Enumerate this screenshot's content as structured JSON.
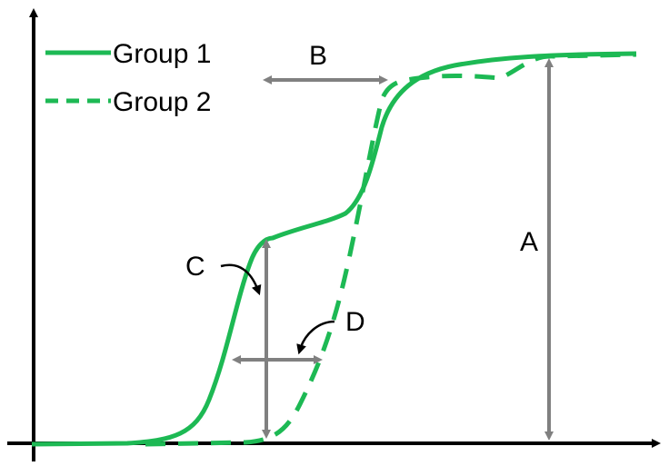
{
  "legend": {
    "items": [
      {
        "label": "Group 1",
        "style": "solid"
      },
      {
        "label": "Group 2",
        "style": "dashed"
      }
    ]
  },
  "annotations": {
    "a": "A",
    "b": "B",
    "c": "C",
    "d": "D"
  },
  "colors": {
    "curve": "#1db954",
    "annotation": "#808080",
    "axis": "#000000"
  }
}
